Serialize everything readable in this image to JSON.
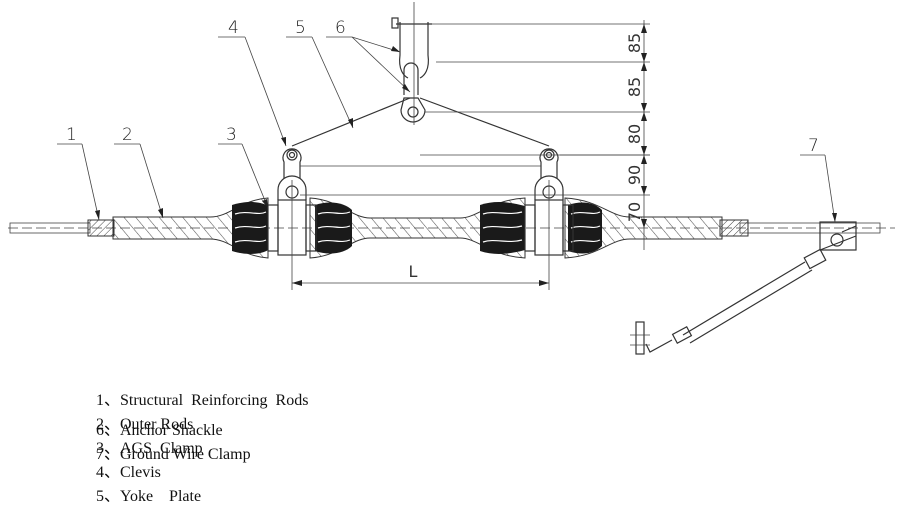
{
  "callouts": [
    {
      "id": "1",
      "label": "1"
    },
    {
      "id": "2",
      "label": "2"
    },
    {
      "id": "3",
      "label": "3"
    },
    {
      "id": "4",
      "label": "4"
    },
    {
      "id": "5",
      "label": "5"
    },
    {
      "id": "6",
      "label": "6"
    },
    {
      "id": "7",
      "label": "7"
    }
  ],
  "dimensions": {
    "vertical": [
      "85",
      "85",
      "80",
      "90",
      "70"
    ],
    "span_label": "L"
  },
  "legend": {
    "line1": [
      "1、Structural  Reinforcing  Rods",
      "2、Outer Rods",
      "3、AGS  Clamp",
      "4、Clevis",
      "5、Yoke    Plate"
    ],
    "line2": [
      "6、Anchor Shackle",
      "7、Ground Wire Clamp"
    ]
  }
}
